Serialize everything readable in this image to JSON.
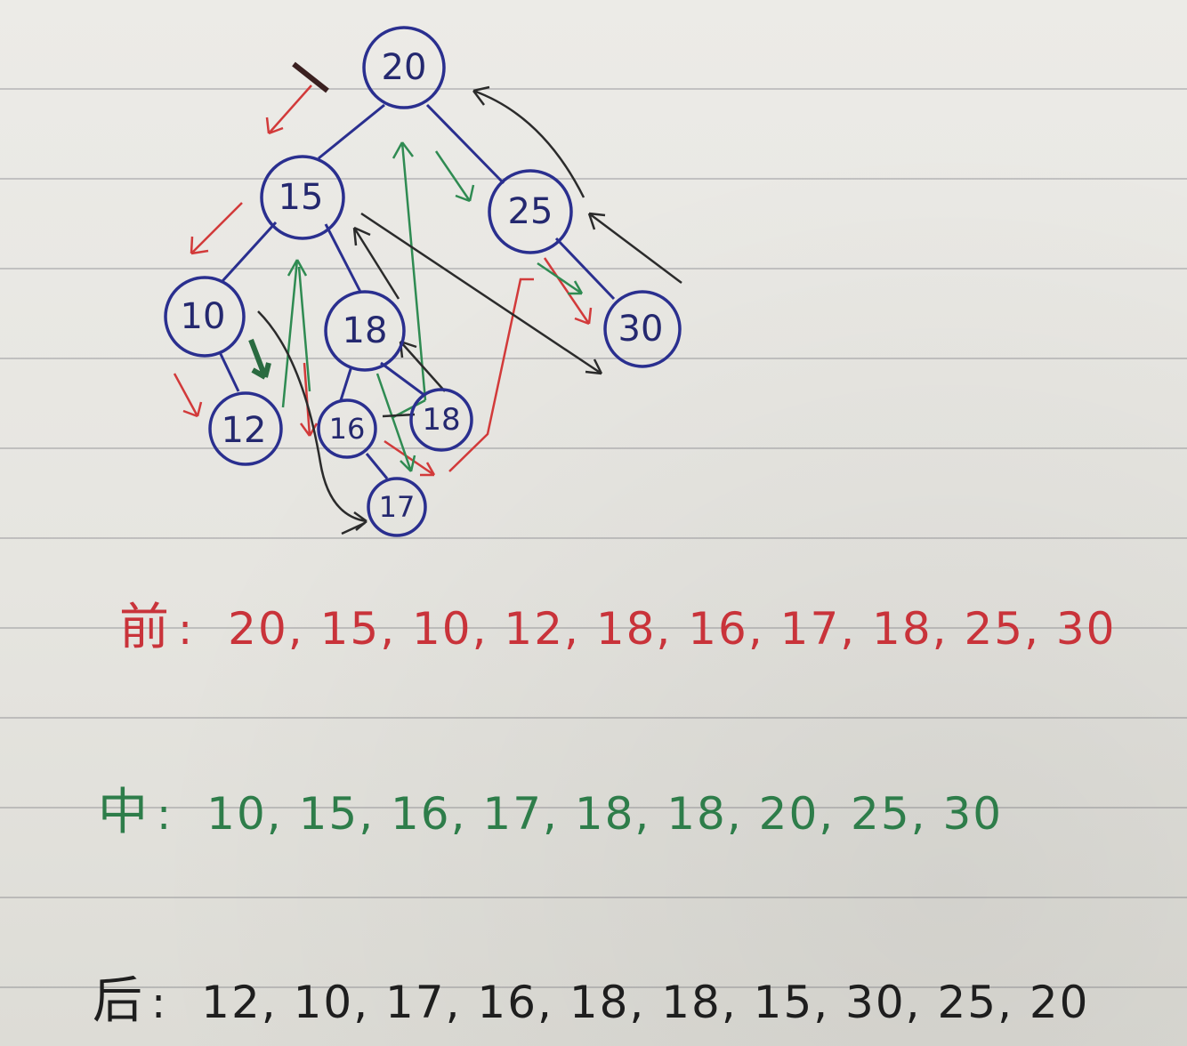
{
  "tree": {
    "nodes": [
      {
        "id": "n20",
        "label": "20"
      },
      {
        "id": "n15",
        "label": "15"
      },
      {
        "id": "n25",
        "label": "25"
      },
      {
        "id": "n10",
        "label": "10"
      },
      {
        "id": "n18a",
        "label": "18"
      },
      {
        "id": "n30",
        "label": "30"
      },
      {
        "id": "n12",
        "label": "12"
      },
      {
        "id": "n16",
        "label": "16"
      },
      {
        "id": "n18b",
        "label": "18"
      },
      {
        "id": "n17",
        "label": "17"
      }
    ],
    "edges": [
      [
        "n20",
        "n15"
      ],
      [
        "n20",
        "n25"
      ],
      [
        "n15",
        "n10"
      ],
      [
        "n15",
        "n18a"
      ],
      [
        "n25",
        "n30"
      ],
      [
        "n10",
        "n12"
      ],
      [
        "n18a",
        "n16"
      ],
      [
        "n18a",
        "n18b"
      ],
      [
        "n16",
        "n17"
      ]
    ]
  },
  "traversals": {
    "preorder": {
      "label": "前",
      "sep": ":",
      "values": "20, 15, 10, 12, 18, 16, 17, 18, 25, 30",
      "color": "#c9333a"
    },
    "inorder": {
      "label": "中",
      "sep": ":",
      "values": "10, 15, 16, 17, 18, 18, 20, 25, 30",
      "color": "#2e7d4a"
    },
    "postorder": {
      "label": "后",
      "sep": ":",
      "values": "12, 10, 17, 16, 18, 18, 15, 30, 25, 20",
      "color": "#1e1e1e"
    }
  },
  "colors": {
    "ink_blue": "#2a2f8f",
    "ink_red": "#d23a3a",
    "ink_green": "#2f8b52",
    "ink_black": "#2b2b2b"
  }
}
